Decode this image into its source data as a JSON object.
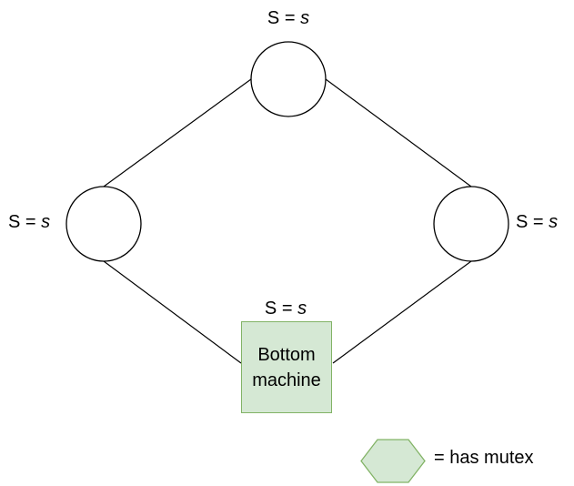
{
  "diagram": {
    "kind": "machine-network-diagram",
    "colors": {
      "background": "#ffffff",
      "edge_stroke": "#000000",
      "node_fill": "#ffffff",
      "node_stroke": "#000000",
      "mutex_fill": "#d5e8d4",
      "mutex_stroke": "#82b366",
      "text": "#000000"
    },
    "nodes": {
      "top": {
        "state_prefix": "S = ",
        "state_var": "s"
      },
      "left": {
        "state_prefix": "S = ",
        "state_var": "s"
      },
      "right": {
        "state_prefix": "S = ",
        "state_var": "s"
      },
      "bottom": {
        "state_prefix": "S = ",
        "state_var": "s",
        "name": "Bottom machine",
        "has_mutex": true
      }
    },
    "edges": [
      "top-left",
      "top-right",
      "left-bottom",
      "right-bottom"
    ],
    "legend": {
      "symbol": "hexagon-icon",
      "label": "= has mutex"
    }
  }
}
